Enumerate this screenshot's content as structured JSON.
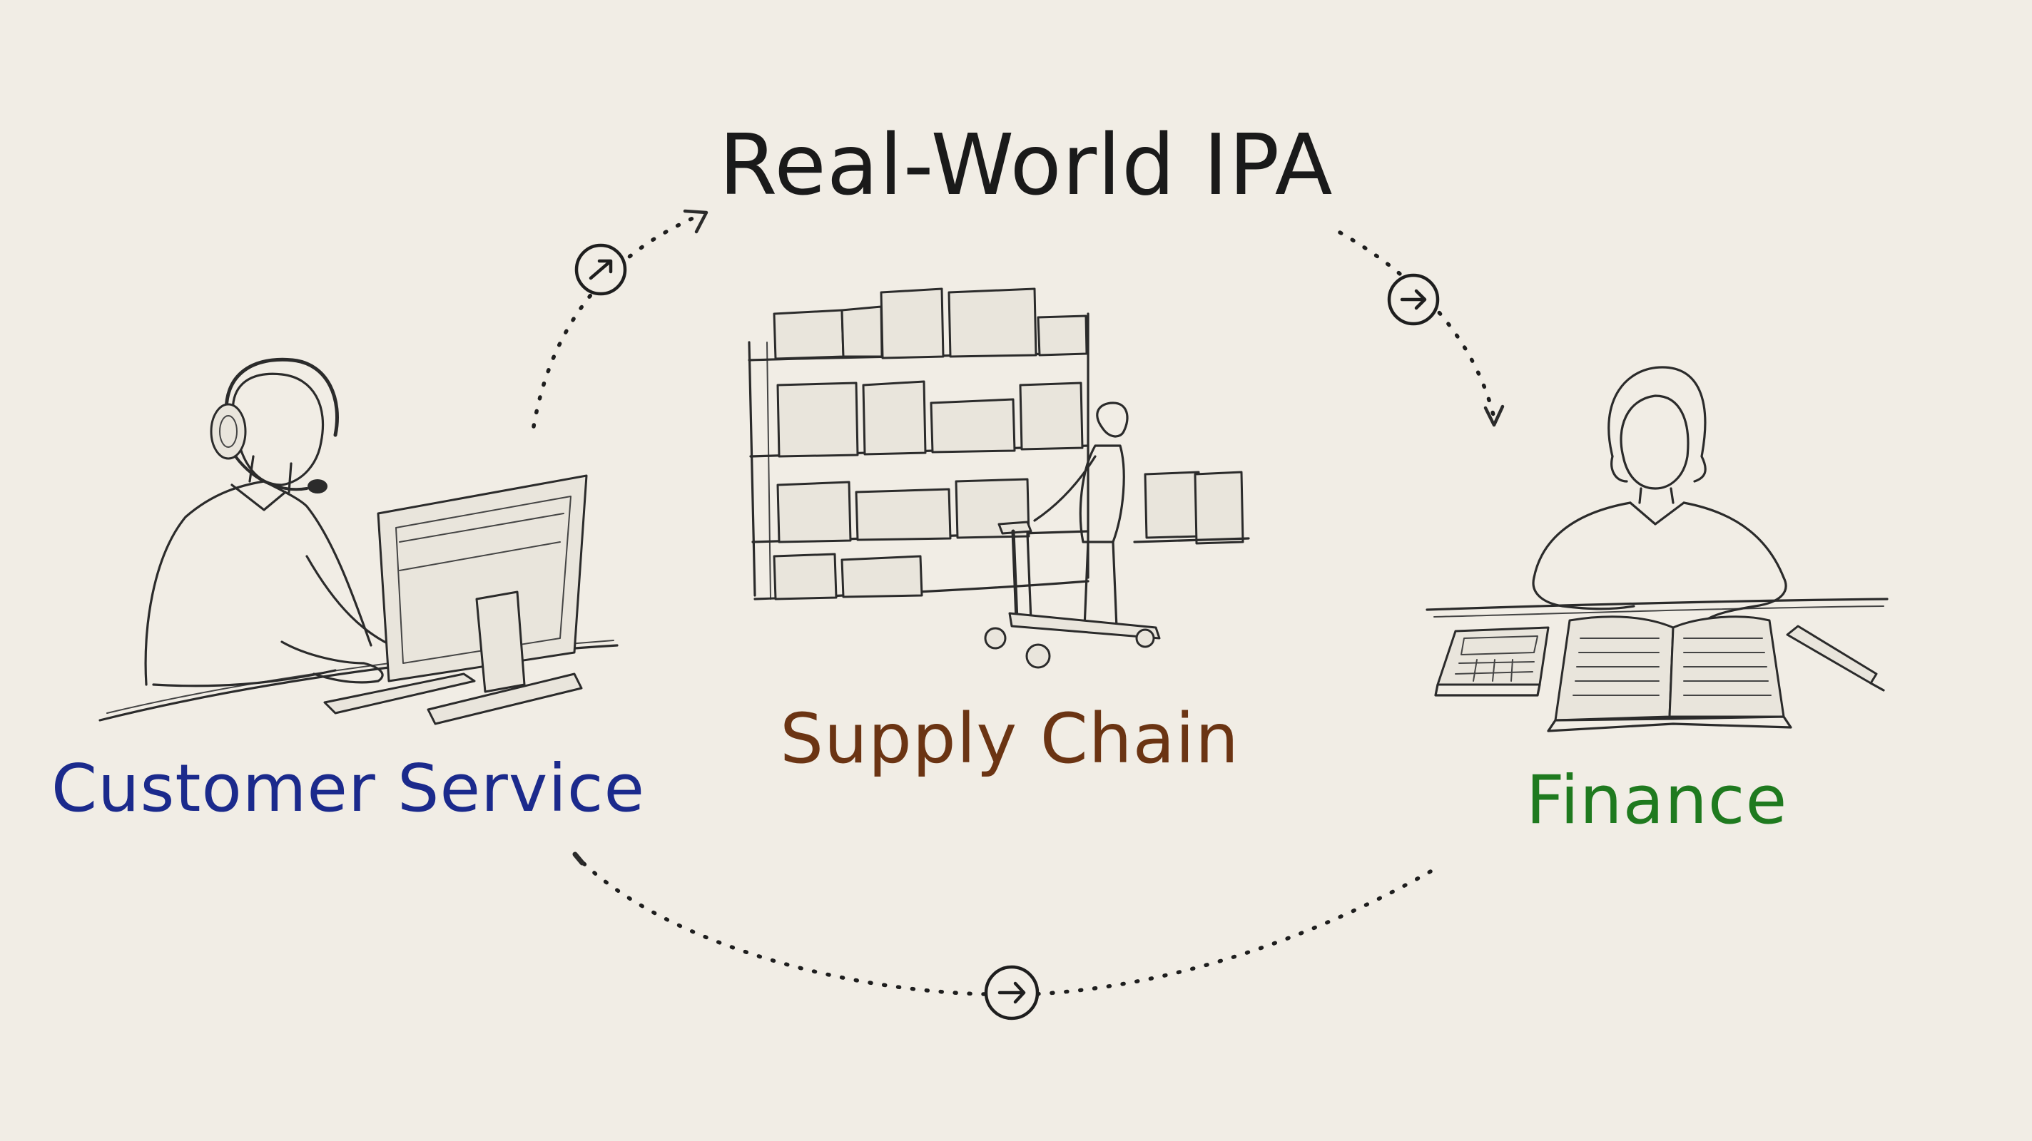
{
  "title": "Real-World IPA",
  "nodes": [
    {
      "id": "customer-service",
      "label": "Customer Service",
      "color": "#1b2a8c"
    },
    {
      "id": "supply-chain",
      "label": "Supply Chain",
      "color": "#6b3413"
    },
    {
      "id": "finance",
      "label": "Finance",
      "color": "#1f7a1f"
    }
  ],
  "connectors": [
    {
      "from": "customer-service",
      "to": "title",
      "style": "dotted",
      "marker": "arrow-right-icon"
    },
    {
      "from": "title",
      "to": "finance",
      "style": "dotted",
      "marker": "arrow-right-icon"
    },
    {
      "from": "finance",
      "to": "customer-service",
      "style": "dotted",
      "marker": "arrow-right-icon"
    }
  ]
}
